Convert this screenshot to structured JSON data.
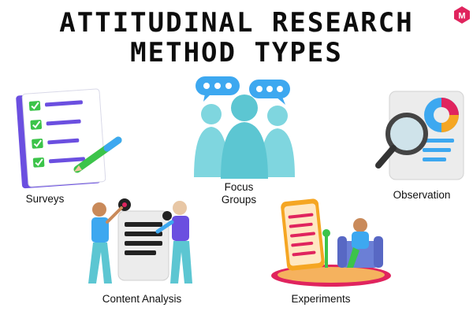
{
  "title": {
    "line1": "ATTITUDINAL RESEARCH",
    "line2": "METHOD TYPES"
  },
  "methods": [
    {
      "label": "Surveys",
      "icon": "survey-checklist-icon"
    },
    {
      "label": "Focus\nGroups",
      "icon": "focus-group-people-icon"
    },
    {
      "label": "Observation",
      "icon": "magnifier-report-icon"
    },
    {
      "label": "Content Analysis",
      "icon": "content-analysis-people-icon"
    },
    {
      "label": "Experiments",
      "icon": "experiment-phone-chair-icon"
    }
  ],
  "logo": {
    "letter": "M",
    "icon": "brand-logo-icon"
  },
  "colors": {
    "purple": "#6b4fe0",
    "green": "#3cc44a",
    "teal": "#5cc6d2",
    "blue": "#3da8f0",
    "red": "#e0245e",
    "dark": "#0d0d0d"
  }
}
